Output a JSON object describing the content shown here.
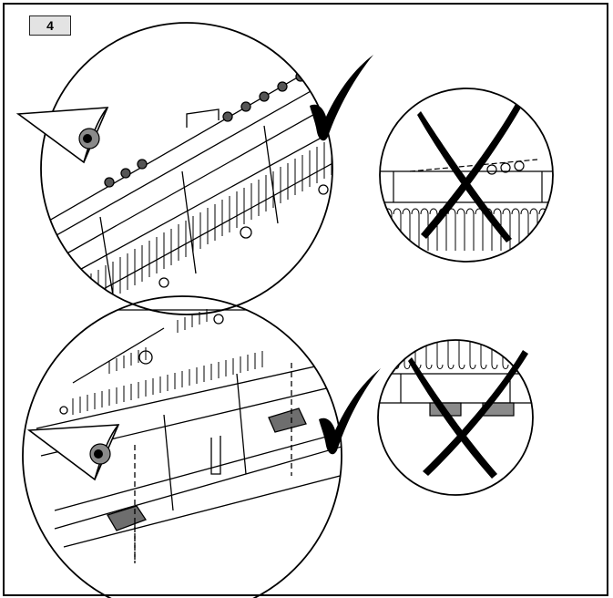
{
  "step": {
    "number": "4"
  },
  "panels": [
    {
      "name": "top-detail",
      "verdict": "correct",
      "icon": "checkmark-icon"
    },
    {
      "name": "top-zoom",
      "verdict": "incorrect",
      "icon": "cross-icon"
    },
    {
      "name": "bottom-detail",
      "verdict": "correct",
      "icon": "checkmark-icon"
    },
    {
      "name": "bottom-zoom",
      "verdict": "incorrect",
      "icon": "cross-icon"
    }
  ],
  "colors": {
    "line": "#000000",
    "badge_fill": "#e3e3e3",
    "shade": "#8a8a8a"
  }
}
